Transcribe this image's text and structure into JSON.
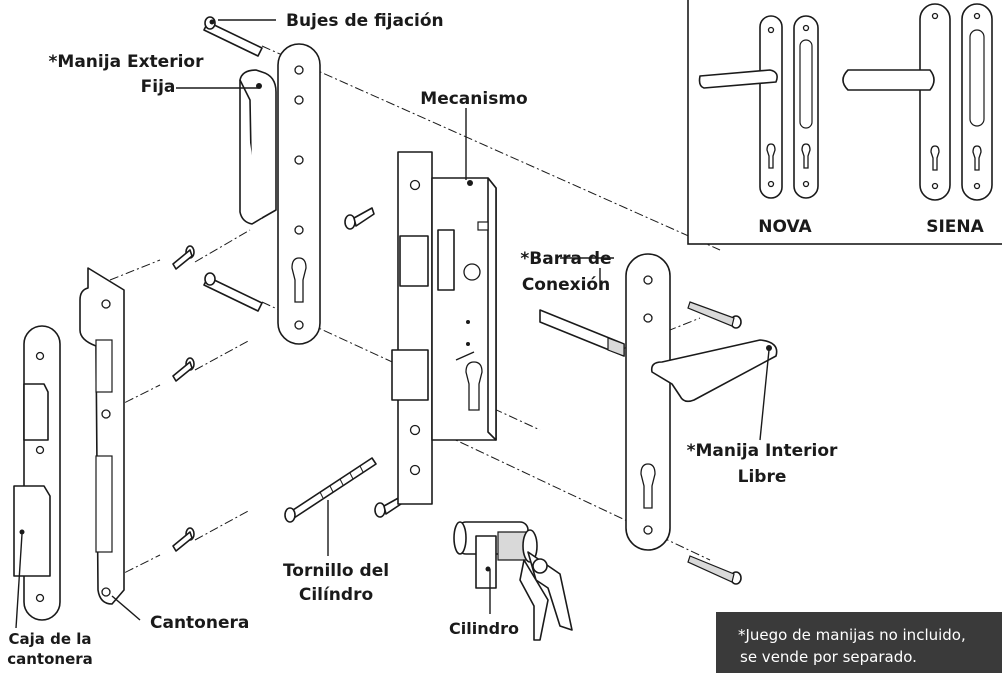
{
  "labels": {
    "bujes": "Bujes de fijación",
    "manija_exterior_l1": "*Manija Exterior",
    "manija_exterior_l2": "Fija",
    "mecanismo": "Mecanismo",
    "barra_l1": "*Barra de",
    "barra_l2": "Conexión",
    "manija_interior_l1": "*Manija Interior",
    "manija_interior_l2": "Libre",
    "tornillo_l1": "Tornillo del",
    "tornillo_l2": "Cilíndro",
    "cantonera": "Cantonera",
    "caja_l1": "Caja de la",
    "caja_l2": "cantonera",
    "cilindro": "Cilindro"
  },
  "models": {
    "nova": "NOVA",
    "siena": "SIENA"
  },
  "note": {
    "line1": "*Juego de manijas no incluido,",
    "line2": "se vende por separado."
  },
  "colors": {
    "ink": "#1a1a1a",
    "note_background": "#3a3a3a",
    "background": "#ffffff"
  }
}
